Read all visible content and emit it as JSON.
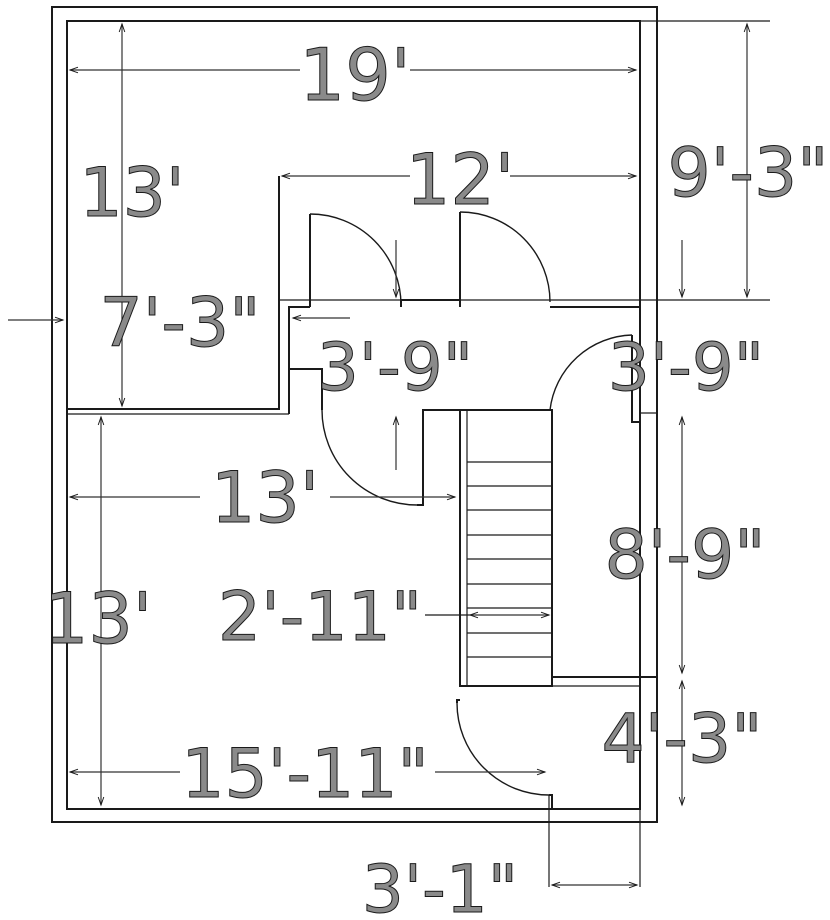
{
  "plan": {
    "dimensions": {
      "top_width": "19'",
      "upper_inner_width": "12'",
      "right_upper_height": "9'-3\"",
      "left_upper_height": "13'",
      "left_room_depth": "7'-3\"",
      "hall_width_left": "3'-9\"",
      "hall_width_right": "3'-9\"",
      "mid_width": "13'",
      "right_mid_height": "8'-9\"",
      "left_lower_height": "13'",
      "stair_width": "2'-11\"",
      "right_lower_height": "4'-3\"",
      "bottom_width": "15'-11\"",
      "bottom_offset": "3'-1\""
    }
  }
}
